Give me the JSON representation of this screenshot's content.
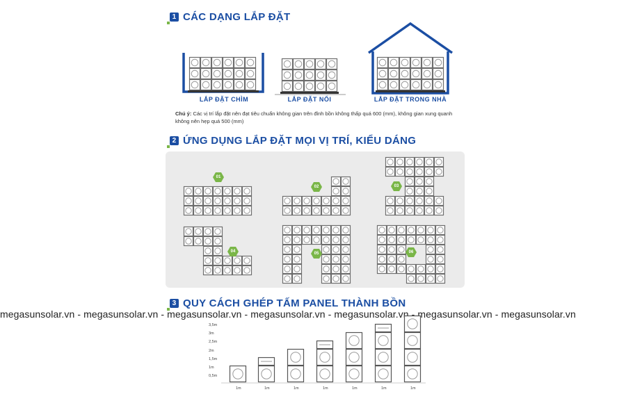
{
  "section1": {
    "number": "1",
    "title": "CÁC DẠNG LẮP ĐẶT"
  },
  "install_types": [
    {
      "label": "LẮP ĐẶT CHÌM"
    },
    {
      "label": "LẮP ĐẶT NỔI"
    },
    {
      "label": "LẮP ĐẶT TRONG NHÀ"
    }
  ],
  "note": {
    "prefix": "Chú ý:",
    "text": "Các vị trí lắp đặt nên đạt tiêu chuẩn không gian trên đỉnh bồn không thấp quá 600 (mm), không gian xung quanh không nên hẹp quá 500 (mm)"
  },
  "section2": {
    "number": "2",
    "title": "ỨNG DỤNG LẮP ĐẶT MỌI VỊ TRÍ, KIỂU DÁNG"
  },
  "layouts": [
    {
      "badge": "01"
    },
    {
      "badge": "02"
    },
    {
      "badge": "03"
    },
    {
      "badge": "04"
    },
    {
      "badge": "05"
    },
    {
      "badge": "06"
    }
  ],
  "section3": {
    "number": "3",
    "title": "QUY CÁCH GHÉP TẤM PANEL THÀNH BỒN"
  },
  "watermark": "megasunsolar.vn - megasunsolar.vn - megasunsolar.vn - megasunsolar.vn - megasunsolar.vn - megasunsolar.vn - megasunsolar.vn",
  "height_chart": {
    "y_ticks": [
      "3,5m",
      "3m",
      "2,5m",
      "2m",
      "1,5m",
      "1m",
      "0,5m"
    ],
    "x_labels": [
      "1m",
      "1m",
      "1m",
      "1m",
      "1m",
      "1m",
      "1m"
    ]
  }
}
